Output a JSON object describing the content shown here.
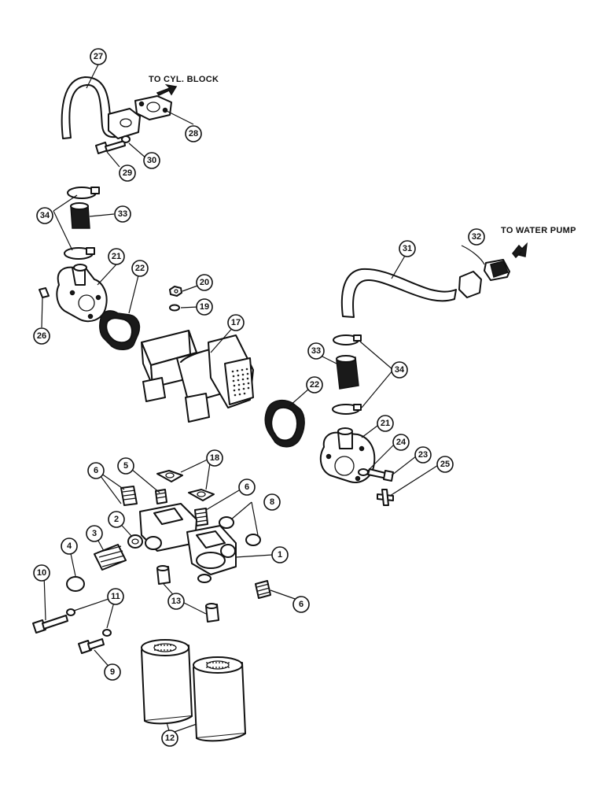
{
  "labels": {
    "to_cyl_block": "TO CYL. BLOCK",
    "to_water_pump": "TO WATER PUMP"
  },
  "callouts": {
    "c27": "27",
    "c28": "28",
    "c29": "29",
    "c30": "30",
    "c34a": "34",
    "c33a": "33",
    "c21a": "21",
    "c22a": "22",
    "c26": "26",
    "c20": "20",
    "c19": "19",
    "c17": "17",
    "c31": "31",
    "c32": "32",
    "c33b": "33",
    "c34b": "34",
    "c22b": "22",
    "c21b": "21",
    "c24": "24",
    "c23": "23",
    "c25": "25",
    "c18": "18",
    "c5": "5",
    "c6a": "6",
    "c6b": "6",
    "c8": "8",
    "c2": "2",
    "c3": "3",
    "c4": "4",
    "c1": "1",
    "c6c": "6",
    "c10": "10",
    "c11": "11",
    "c13": "13",
    "c9": "9",
    "c12": "12"
  },
  "colors": {
    "ink": "#111111",
    "paper": "#ffffff"
  }
}
